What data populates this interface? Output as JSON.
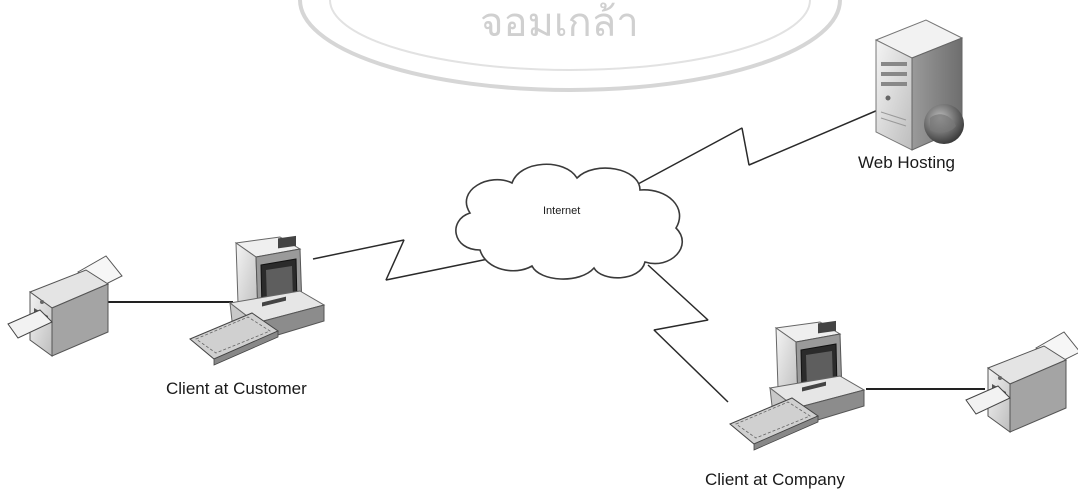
{
  "diagram": {
    "nodes": {
      "internet": {
        "label": "Internet",
        "icon": "cloud-icon"
      },
      "web_hosting": {
        "label": "Web Hosting",
        "icon": "server-icon"
      },
      "client_customer": {
        "label": "Client at Customer",
        "icon": "desktop-computer-icon"
      },
      "client_company": {
        "label": "Client at Company",
        "icon": "desktop-computer-icon"
      },
      "printer_customer": {
        "label": "",
        "icon": "printer-icon"
      },
      "printer_company": {
        "label": "",
        "icon": "printer-icon"
      }
    },
    "links": [
      {
        "from": "internet",
        "to": "web_hosting",
        "style": "wireless"
      },
      {
        "from": "client_customer",
        "to": "internet",
        "style": "wireless"
      },
      {
        "from": "internet",
        "to": "client_company",
        "style": "wireless"
      },
      {
        "from": "printer_customer",
        "to": "client_customer",
        "style": "wired"
      },
      {
        "from": "client_company",
        "to": "printer_company",
        "style": "wired"
      }
    ],
    "watermark": {
      "text": "จอมเกล้า"
    },
    "colors": {
      "line": "#2a2a2a",
      "device": "#dcdcdc",
      "device_dark": "#555555",
      "watermark": "#d4d4d4"
    }
  }
}
